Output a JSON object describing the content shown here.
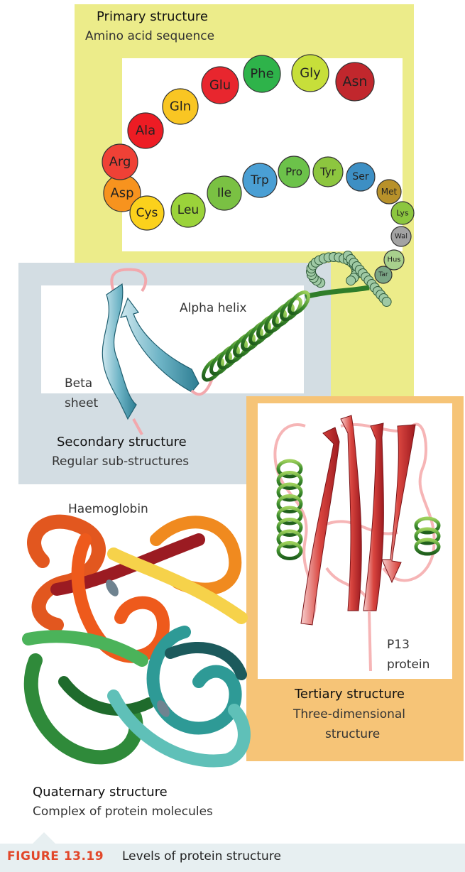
{
  "primary": {
    "title": "Primary structure",
    "subtitle": "Amino acid sequence",
    "residues": [
      {
        "name": "Asp",
        "color": "#f7931e"
      },
      {
        "name": "Arg",
        "color": "#ef4136"
      },
      {
        "name": "Ala",
        "color": "#ed1c24"
      },
      {
        "name": "Gln",
        "color": "#f9c623"
      },
      {
        "name": "Glu",
        "color": "#e8262e"
      },
      {
        "name": "Phe",
        "color": "#2eb34a"
      },
      {
        "name": "Gly",
        "color": "#c7df3a"
      },
      {
        "name": "Asn",
        "color": "#c1272d"
      },
      {
        "name": "Cys",
        "color": "#fbd11c"
      },
      {
        "name": "Leu",
        "color": "#9bd33a"
      },
      {
        "name": "Ile",
        "color": "#7ac143"
      },
      {
        "name": "Trp",
        "color": "#4a9fd4"
      },
      {
        "name": "Pro",
        "color": "#6cc24a"
      },
      {
        "name": "Tyr",
        "color": "#8dc63f"
      },
      {
        "name": "Ser",
        "color": "#3d8fc4"
      },
      {
        "name": "Met",
        "color": "#b8912a"
      },
      {
        "name": "Lys",
        "color": "#8cc63f"
      },
      {
        "name": "Wal",
        "color": "#a3a3a3"
      },
      {
        "name": "Hus",
        "color": "#a8d08d"
      },
      {
        "name": "Tar",
        "color": "#7aa585"
      }
    ]
  },
  "secondary": {
    "title": "Secondary structure",
    "subtitle": "Regular sub-structures",
    "alpha_label": "Alpha helix",
    "beta_label_1": "Beta",
    "beta_label_2": "sheet"
  },
  "tertiary": {
    "title": "Tertiary structure",
    "subtitle_1": "Three-dimensional",
    "subtitle_2": "structure",
    "protein_label_1": "P13",
    "protein_label_2": "protein"
  },
  "quaternary": {
    "title": "Quaternary structure",
    "subtitle": "Complex of protein molecules",
    "molecule_label": "Haemoglobin"
  },
  "caption": {
    "number": "FIGURE 13.19",
    "text": "Levels of protein structure"
  },
  "colors": {
    "primary_bg": "#ecec8a",
    "secondary_bg": "#d3dde3",
    "tertiary_bg": "#f6c477",
    "caption_bg": "#e7eff1",
    "caption_accent": "#e2472a"
  }
}
